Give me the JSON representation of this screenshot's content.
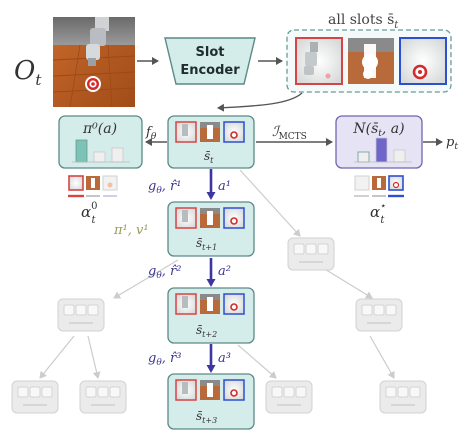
{
  "observation_label": "O",
  "observation_sub": "t",
  "encoder": {
    "line1": "Slot",
    "line2": "Encoder"
  },
  "all_slots_label": "all slots s̄",
  "all_slots_sub": "t",
  "policy_prior": "π⁰(a)",
  "f_theta": "f",
  "f_theta_sub": "θ",
  "mcts_label": "ℐ",
  "mcts_sub": "MCTS",
  "visit_counts": "N(s̄",
  "visit_counts_tail": ", a)",
  "visit_counts_sub": "t",
  "p_t": "p",
  "p_t_sub": "t",
  "alpha0": "α",
  "alpha0_sup": "0",
  "alpha0_sub": "t",
  "alpha_star": "α",
  "alpha_star_sup": "⋆",
  "alpha_star_sub": "t",
  "pi1_v1": "π¹, v¹",
  "root_state": "s̄",
  "root_state_sub": "t",
  "s1": "s̄",
  "s1_sub": "t+1",
  "s2": "s̄",
  "s2_sub": "t+2",
  "s3": "s̄",
  "s3_sub": "t+3",
  "edge1_left": "g",
  "edge1_left_sub": "θ",
  "edge1_r": ", r̂¹",
  "edge1_a": "a¹",
  "edge2_left": "g",
  "edge2_left_sub": "θ",
  "edge2_r": ", r̂²",
  "edge2_a": "a²",
  "edge3_left": "g",
  "edge3_left_sub": "θ",
  "edge3_r": ", r̂³",
  "edge3_a": "a³",
  "colors": {
    "teal_fill": "#d4ecea",
    "teal_stroke": "#5a8a87",
    "purple_fill": "#e6e3f5",
    "purple_stroke": "#6e66b0",
    "purple_bar": "#6e66c8",
    "teal_bar": "#7cc3b6",
    "slot_red": "#d64545",
    "slot_blue": "#2e4fd0",
    "ghost": "#e6e6e6",
    "ghost_stroke": "#cfcfcf"
  }
}
